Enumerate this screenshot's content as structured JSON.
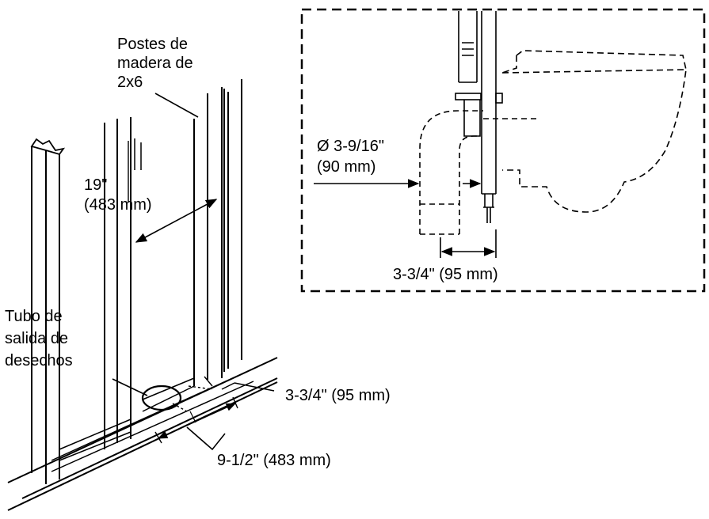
{
  "labels": {
    "studs_line1": "Postes de",
    "studs_line2": "madera de",
    "studs_line3": "2x6",
    "spacing_line1": "19\"",
    "spacing_line2": "(483 mm)",
    "drain_line1": "Tubo de",
    "drain_line2": "salida de",
    "drain_line3": "desechos",
    "drain_offset": "3-3/4\" (95 mm)",
    "half_spacing": "9-1/2\" (483 mm)"
  },
  "inset": {
    "diameter_line1": "Ø 3-9/16\"",
    "diameter_line2": "(90 mm)",
    "offset": "3-3/4\" (95 mm)"
  },
  "colors": {
    "line": "#000000",
    "background": "#ffffff"
  }
}
